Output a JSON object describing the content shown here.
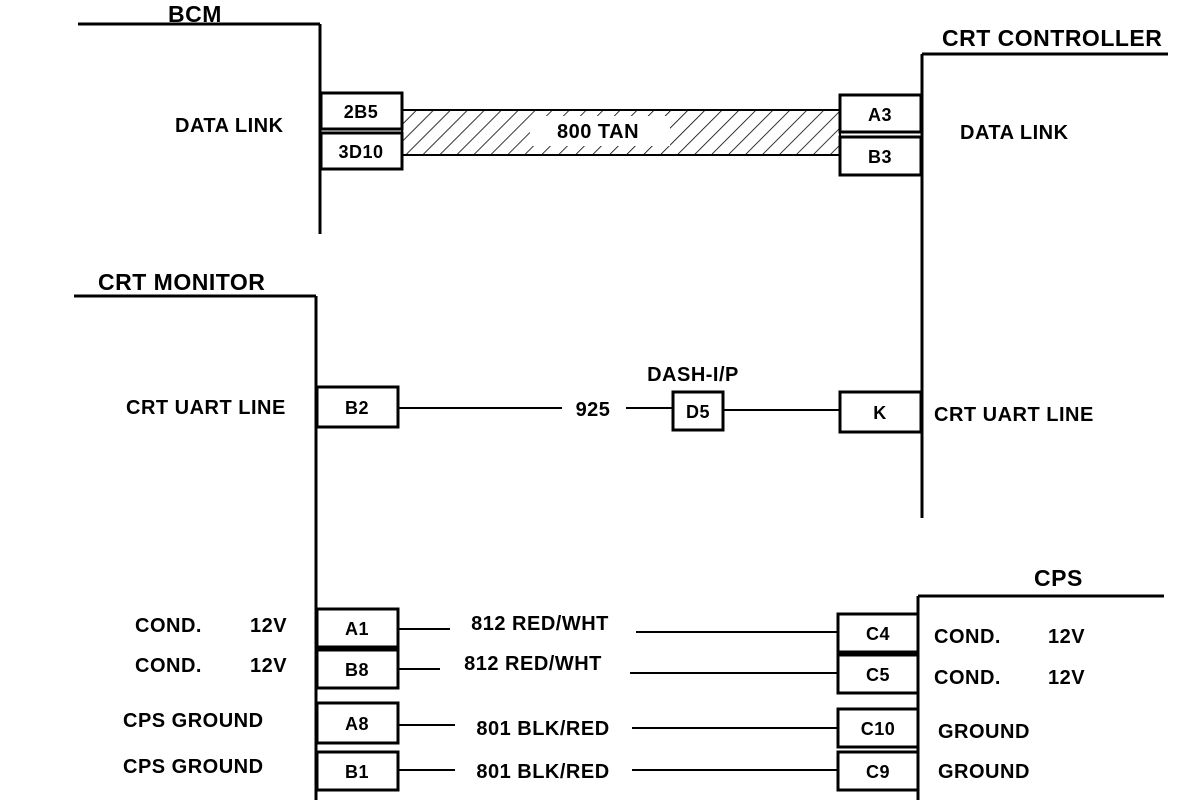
{
  "components": {
    "bcm": {
      "title": "BCM",
      "data_link": "DATA LINK",
      "pins": [
        "2B5",
        "3D10"
      ]
    },
    "crt_controller": {
      "title": "CRT CONTROLLER",
      "data_link": "DATA LINK",
      "pins": [
        "A3",
        "B3",
        "K"
      ],
      "uart_label": "CRT UART LINE"
    },
    "crt_monitor": {
      "title": "CRT MONITOR",
      "uart_label": "CRT UART LINE",
      "uart_pin": "B2",
      "rows": [
        {
          "pin": "A1",
          "label_a": "COND.",
          "label_b": "12V"
        },
        {
          "pin": "B8",
          "label_a": "COND.",
          "label_b": "12V"
        },
        {
          "pin": "A8",
          "label_a": "CPS GROUND"
        },
        {
          "pin": "B1",
          "label_a": "CPS GROUND"
        }
      ]
    },
    "cps": {
      "title": "CPS",
      "rows": [
        {
          "pin": "C4",
          "label_a": "COND.",
          "label_b": "12V"
        },
        {
          "pin": "C5",
          "label_a": "COND.",
          "label_b": "12V"
        },
        {
          "pin": "C10",
          "label_a": "GROUND"
        },
        {
          "pin": "C9",
          "label_a": "GROUND"
        }
      ]
    }
  },
  "splice": {
    "label": "DASH-I/P",
    "pin": "D5"
  },
  "wires": {
    "data_link": "800 TAN",
    "uart": "925",
    "power": [
      "812 RED/WHT",
      "812 RED/WHT"
    ],
    "ground": [
      "801 BLK/RED",
      "801 BLK/RED"
    ]
  }
}
